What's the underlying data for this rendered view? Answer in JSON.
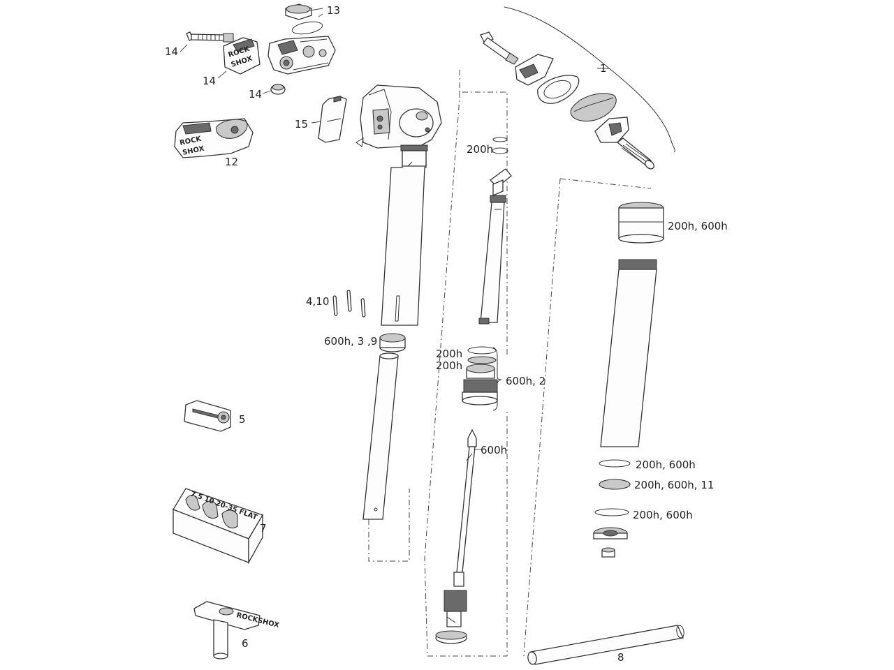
{
  "labels": {
    "l1": "1",
    "l200h_top": "200h",
    "l200h_600h_a": "200h, 600h",
    "l13": "13",
    "l14_a": "14",
    "l14_b": "14",
    "l14_c": "14",
    "l15": "15",
    "l12": "12",
    "l4_10": "4,10",
    "l600h_3_9": "600h, 3 ,9",
    "l200h_b": "200h",
    "l200h_c": "200h",
    "l600h_2": "600h, 2",
    "l5": "5",
    "l600h": "600h",
    "l200h_600h_b": "200h, 600h",
    "l200h_600h_11": "200h, 600h, 11",
    "l200h_600h_c": "200h, 600h",
    "l7": "7",
    "l6": "6",
    "l8": "8"
  },
  "logos": {
    "rockshox_a": "ROCK",
    "rockshox_b": "SHOX",
    "tool_marks": "7.5   10      20-35      FLAT",
    "tool_brand": "ROCKSHOX"
  }
}
